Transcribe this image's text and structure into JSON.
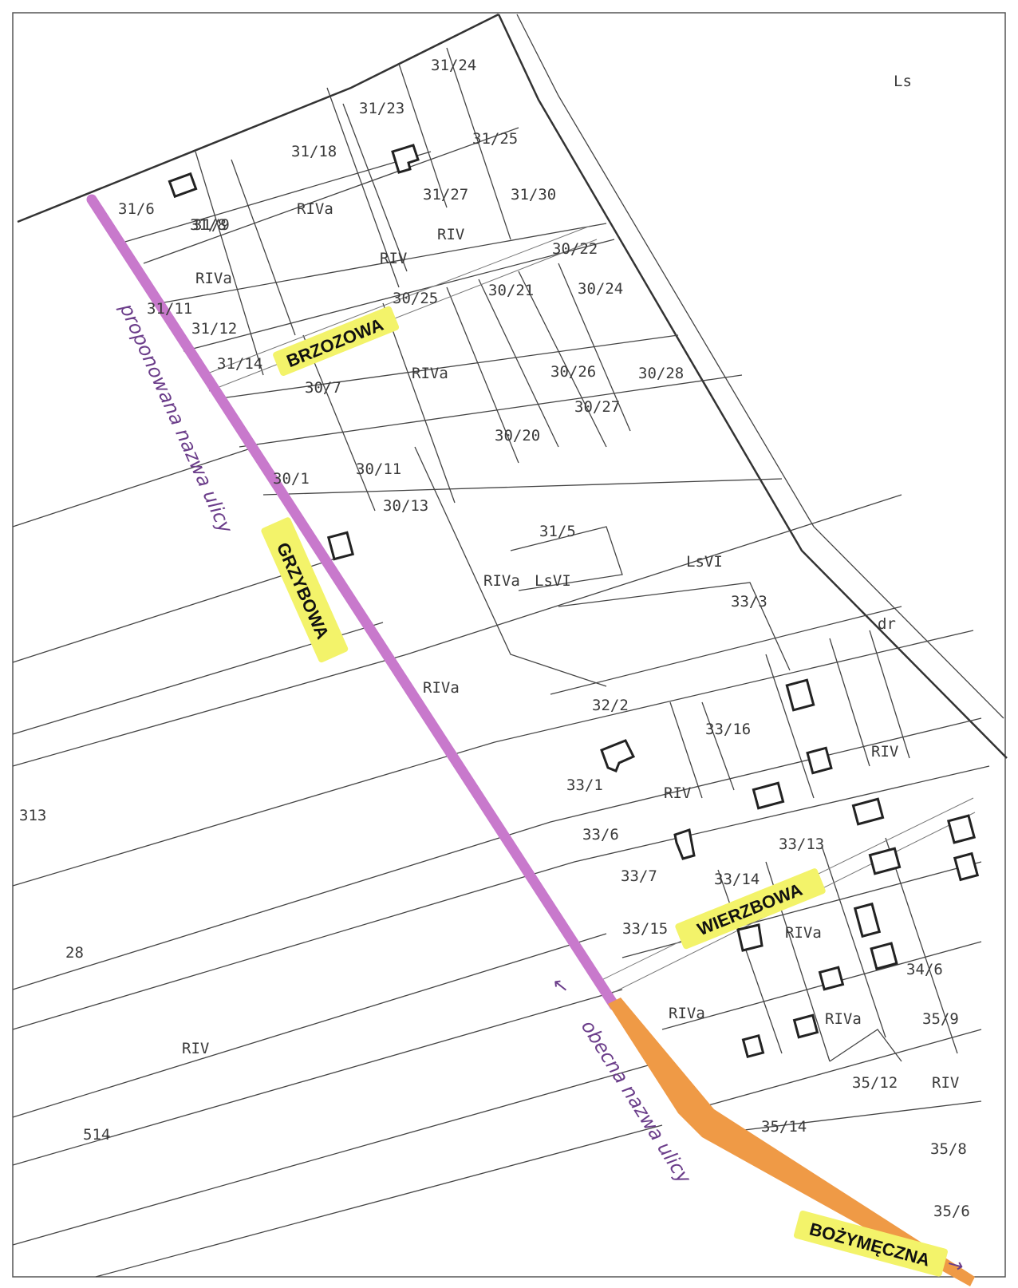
{
  "colors": {
    "proposed_road": "#c879cc",
    "current_road": "#ef9a46",
    "highlight": "#f3f36a",
    "handwriting": "#6b3d8a"
  },
  "streets": {
    "brzozowa": "BRZOZOWA",
    "grzybowa": "GRZYBOWA",
    "wierzbowa": "WIERZBOWA",
    "bozymeczna": "BOŻYMĘCZNA"
  },
  "annotations": {
    "proposed": "proponowana nazwa ulicy",
    "current": "obecna nazwa ulicy",
    "arrow_left": "←",
    "arrow_right": "→"
  },
  "parcels": [
    "31/24",
    "Ls",
    "31/23",
    "31/18",
    "31/25",
    "31/8",
    "31/27",
    "31/30",
    "31/6",
    "31/9",
    "RIVa",
    "RIV",
    "RIV",
    "30/22",
    "RIVa",
    "30/21",
    "30/24",
    "31/11",
    "31/12",
    "30/25",
    "31/14",
    "RIVa",
    "30/26",
    "30/28",
    "30/7",
    "30/27",
    "30/20",
    "30/11",
    "30/1",
    "30/13",
    "31/5",
    "RIVa",
    "LsVI",
    "LsVI",
    "33/3",
    "dr",
    "RIVa",
    "32/2",
    "33/16",
    "RIV",
    "33/1",
    "RIV",
    "33/6",
    "33/13",
    "33/7",
    "33/14",
    "33/15",
    "RIVa",
    "313",
    "28",
    "34/6",
    "RIVa",
    "RIVa",
    "35/9",
    "35/12",
    "RIV",
    "RIV",
    "35/14",
    "514",
    "35/8",
    "35/6"
  ]
}
